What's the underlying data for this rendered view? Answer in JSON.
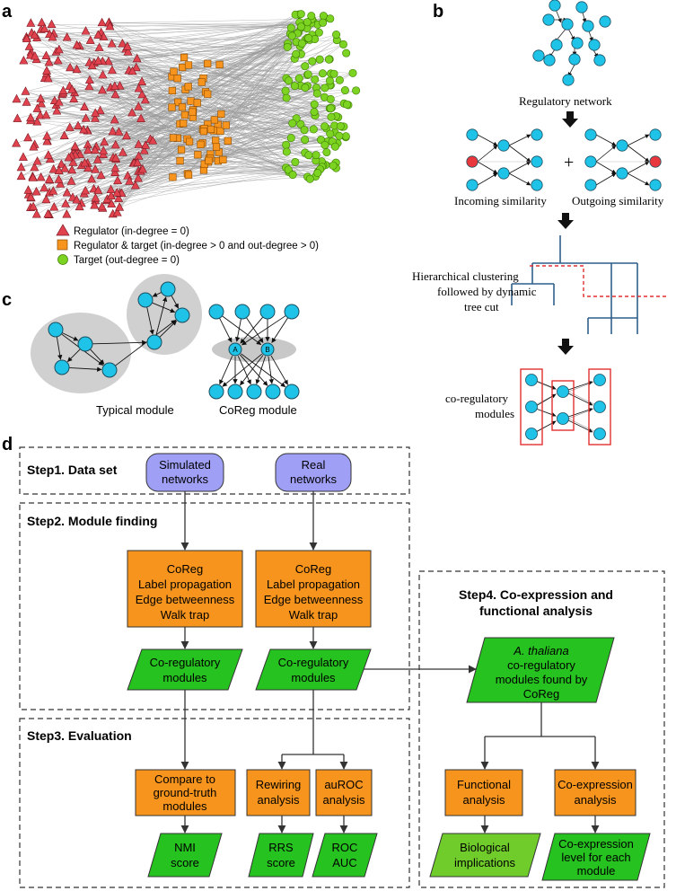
{
  "panels": {
    "a": "a",
    "b": "b",
    "c": "c",
    "d": "d"
  },
  "panel_a": {
    "legend": [
      {
        "shape": "triangle",
        "color": "#e0424e",
        "label": "Regulator (in-degree = 0)"
      },
      {
        "shape": "square",
        "color": "#f7941d",
        "label": "Regulator & target (in-degree > 0 and out-degree > 0)"
      },
      {
        "shape": "circle",
        "color": "#7dd321",
        "label": "Target  (out-degree = 0)"
      }
    ]
  },
  "panel_b": {
    "regulatory_network": "Regulatory network",
    "plus": "+",
    "incoming": "Incoming similarity",
    "outgoing": "Outgoing similarity",
    "clustering_line1": "Hierarchical clustering",
    "clustering_line2": "followed by dynamic",
    "clustering_line3": "tree cut",
    "coreg_line1": "co-regulatory",
    "coreg_line2": "modules"
  },
  "panel_c": {
    "typical": "Typical module",
    "coreg": "CoReg module",
    "node_a": "A",
    "node_b": "B"
  },
  "panel_d": {
    "step1": "Step1. Data set",
    "step2": "Step2. Module finding",
    "step3": "Step3. Evaluation",
    "step4_line1": "Step4. Co-expression and",
    "step4_line2": "functional analysis",
    "simulated": [
      "Simulated",
      "networks"
    ],
    "real": [
      "Real",
      "networks"
    ],
    "methods": [
      "CoReg",
      "Label propagation",
      "Edge betweenness",
      "Walk trap"
    ],
    "coreg_modules": [
      "Co-regulatory",
      "modules"
    ],
    "athaliana": [
      "A. thaliana",
      "co-regulatory",
      "modules found by",
      "CoReg"
    ],
    "compare": [
      "Compare to",
      "ground-truth",
      "modules"
    ],
    "rewiring": [
      "Rewiring",
      "analysis"
    ],
    "auroc": [
      "auROC",
      "analysis"
    ],
    "functional": [
      "Functional",
      "analysis"
    ],
    "coexpression": [
      "Co-expression",
      "analysis"
    ],
    "nmi": [
      "NMI",
      "score"
    ],
    "rrs": [
      "RRS",
      "score"
    ],
    "roc": [
      "ROC",
      "AUC"
    ],
    "bio": [
      "Biological",
      "implications"
    ],
    "coexp_level": [
      "Co-expression",
      "level for each",
      "module"
    ]
  },
  "colors": {
    "cyan": "#1fc3e8",
    "red_node": "#e8383d",
    "orange": "#f7941d",
    "green_box": "#26c21f",
    "lavender": "#9f9ff5",
    "tree_blue": "#2f5f8a"
  }
}
